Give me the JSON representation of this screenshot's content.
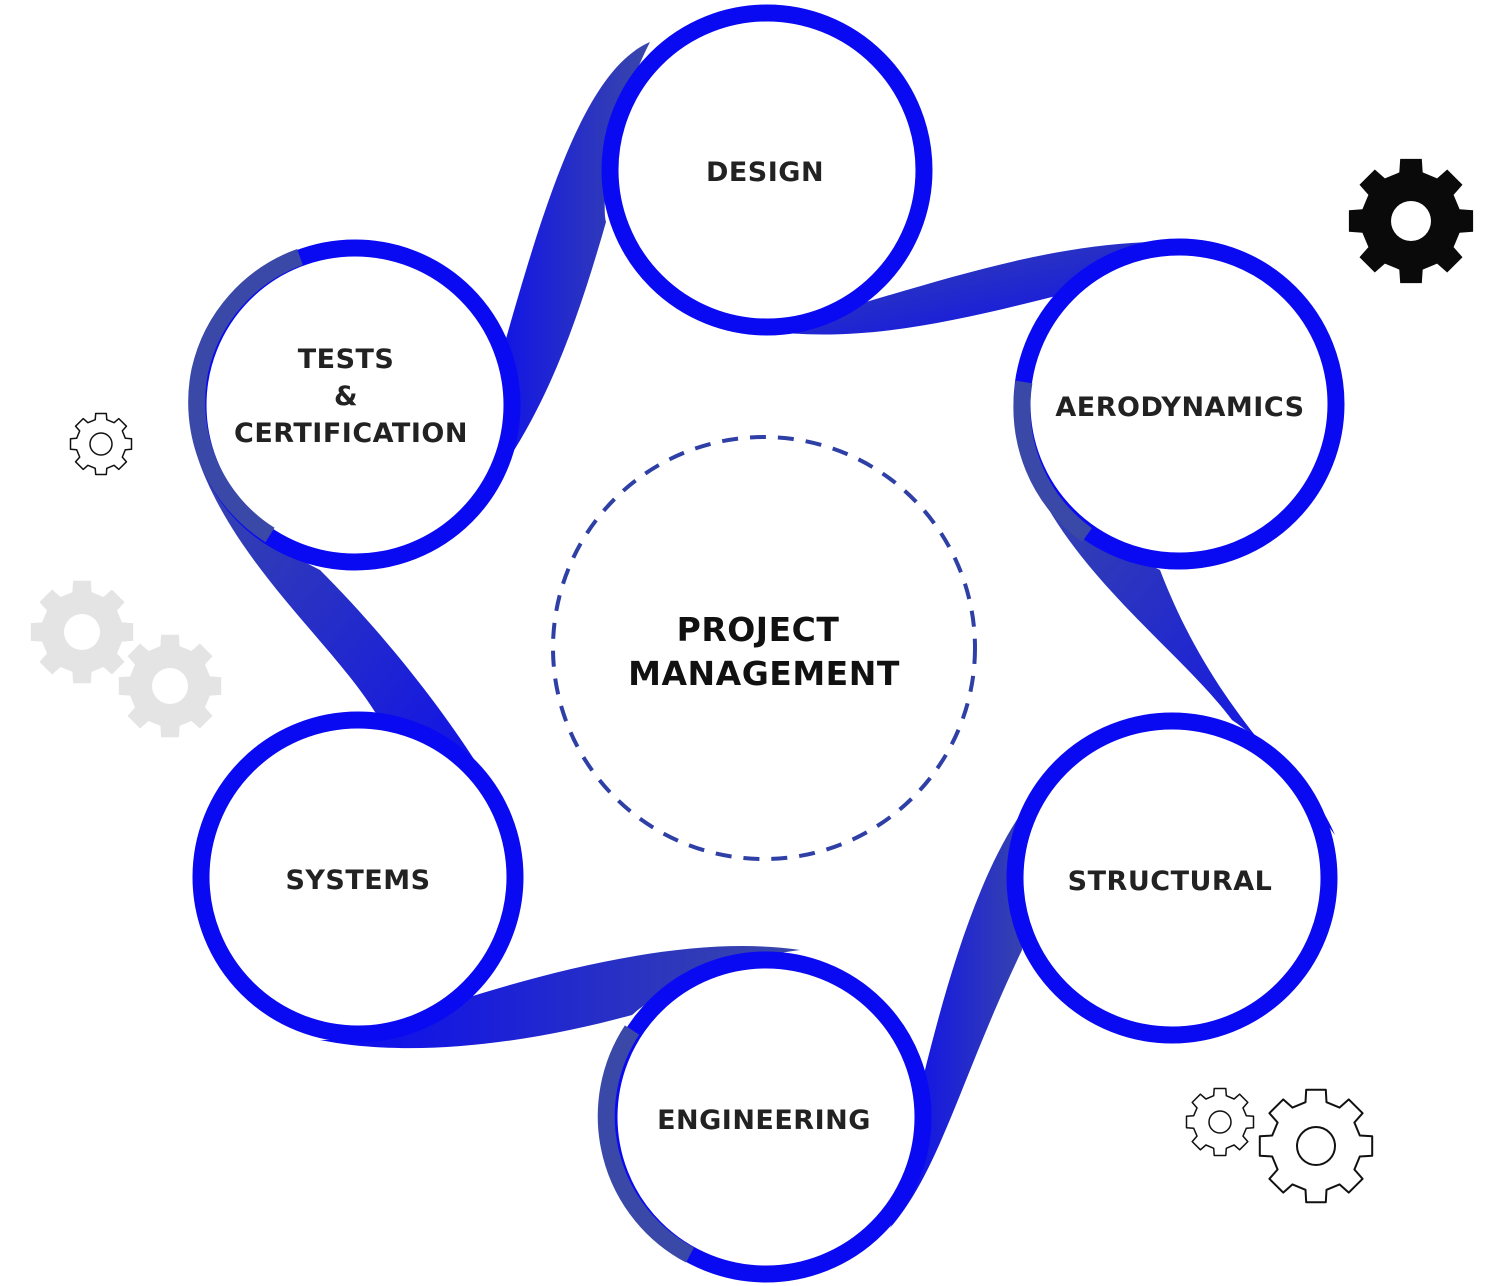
{
  "center": {
    "lines": [
      "PROJECT",
      "MANAGEMENT"
    ]
  },
  "nodes": [
    {
      "id": "design",
      "lines": [
        "DESIGN"
      ]
    },
    {
      "id": "aerodynamics",
      "lines": [
        "AERODYNAMICS"
      ]
    },
    {
      "id": "structural",
      "lines": [
        "STRUCTURAL"
      ]
    },
    {
      "id": "engineering",
      "lines": [
        "ENGINEERING"
      ]
    },
    {
      "id": "systems",
      "lines": [
        "SYSTEMS"
      ]
    },
    {
      "id": "tests-certification",
      "lines": [
        "TESTS",
        "&",
        "CERTIFICATION"
      ]
    }
  ],
  "colors": {
    "ring": "#0a0af2",
    "ring_dark": "#3a48a8",
    "dashed": "#2e3fa6",
    "text": "#222222",
    "gear_black": "#0a0a0a",
    "gear_gray": "#e4e4e4",
    "gear_outline": "#111111"
  },
  "icons": [
    "gear-icon-black",
    "gear-icon-outline-small",
    "gear-icon-gray",
    "gear-icon-gray",
    "gear-icon-outline-small",
    "gear-icon-outline"
  ]
}
